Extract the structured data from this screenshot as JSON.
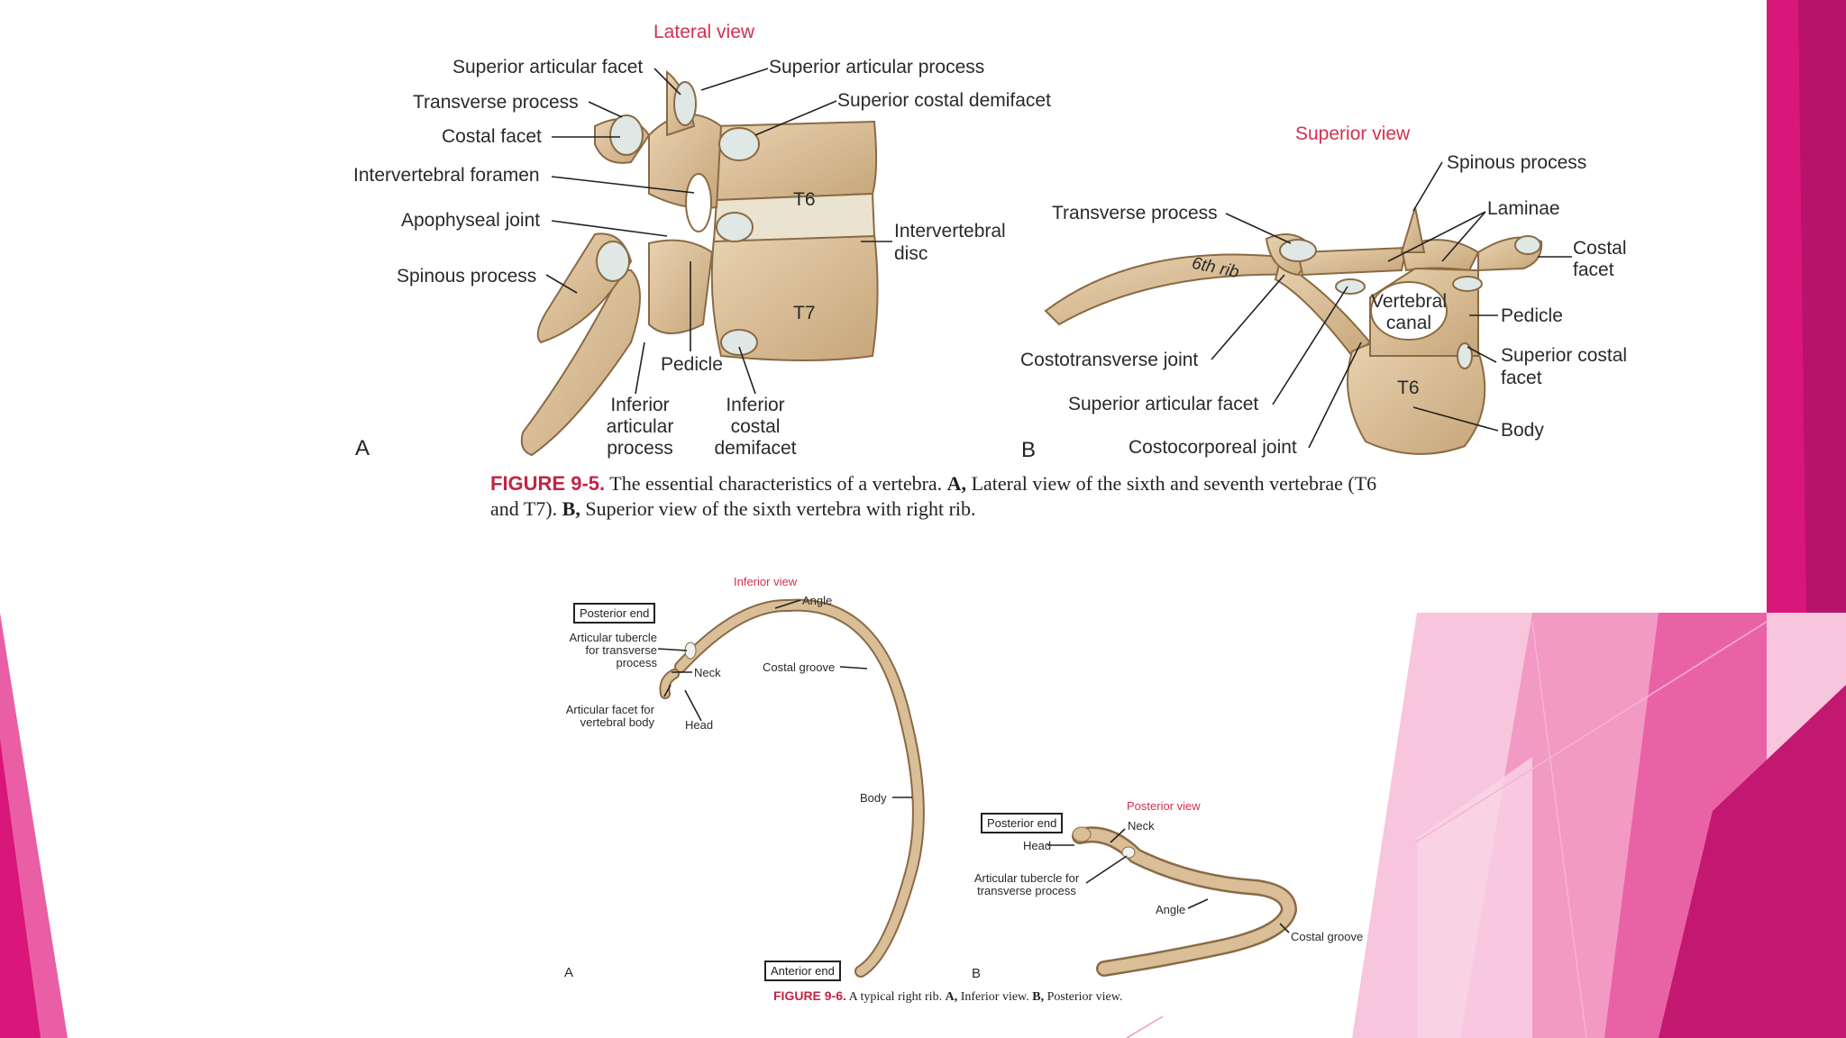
{
  "theme": {
    "accent_pink": "#d9167a",
    "light_pink": "#f3a9cc",
    "view_label_red": "#d3304f",
    "bone": "#d9be98"
  },
  "fig5": {
    "panel_a": {
      "view_title": "Lateral view",
      "letter": "A",
      "labels": {
        "superior_articular_facet": "Superior articular facet",
        "superior_articular_process": "Superior articular process",
        "transverse_process": "Transverse process",
        "superior_costal_demifacet": "Superior costal demifacet",
        "costal_facet": "Costal facet",
        "intervertebral_foramen": "Intervertebral foramen",
        "t6": "T6",
        "apophyseal_joint": "Apophyseal joint",
        "intervertebral_disc_1": "Intervertebral",
        "intervertebral_disc_2": "disc",
        "spinous_process": "Spinous process",
        "t7": "T7",
        "pedicle": "Pedicle",
        "inferior_articular_process_1": "Inferior",
        "inferior_articular_process_2": "articular",
        "inferior_articular_process_3": "process",
        "inferior_costal_demifacet_1": "Inferior",
        "inferior_costal_demifacet_2": "costal",
        "inferior_costal_demifacet_3": "demifacet"
      }
    },
    "panel_b": {
      "view_title": "Superior view",
      "letter": "B",
      "labels": {
        "spinous_process": "Spinous process",
        "transverse_process": "Transverse process",
        "laminae": "Laminae",
        "costal_facet_1": "Costal",
        "costal_facet_2": "facet",
        "sixth_rib": "6th rib",
        "vertebral_canal_1": "Vertebral",
        "vertebral_canal_2": "canal",
        "pedicle": "Pedicle",
        "costotransverse_joint": "Costotransverse joint",
        "superior_costal_facet_1": "Superior costal",
        "superior_costal_facet_2": "facet",
        "t6": "T6",
        "superior_articular_facet": "Superior articular facet",
        "body": "Body",
        "costocorporeal_joint": "Costocorporeal joint"
      }
    },
    "caption": {
      "figure_label": "FIGURE 9-5.",
      "line1_text": "The essential characteristics of a vertebra.",
      "line1_a": "A,",
      "line1_rest": "Lateral view of the sixth and seventh vertebrae (T6",
      "line2_text": "and T7).",
      "line2_b": "B,",
      "line2_rest": "Superior view of the sixth vertebra with right rib."
    }
  },
  "fig6": {
    "panel_a": {
      "view_title": "Inferior view",
      "letter": "A",
      "labels": {
        "posterior_end": "Posterior end",
        "angle": "Angle",
        "articular_tubercle_1": "Articular tubercle",
        "articular_tubercle_2": "for transverse",
        "articular_tubercle_3": "process",
        "costal_groove": "Costal groove",
        "neck": "Neck",
        "articular_facet_1": "Articular facet for",
        "articular_facet_2": "vertebral body",
        "head": "Head",
        "body": "Body",
        "anterior_end": "Anterior end"
      }
    },
    "panel_b": {
      "view_title": "Posterior view",
      "letter": "B",
      "labels": {
        "posterior_end": "Posterior end",
        "neck": "Neck",
        "head": "Head",
        "articular_tubercle_1": "Articular tubercle for",
        "articular_tubercle_2": "transverse process",
        "angle": "Angle",
        "costal_groove": "Costal groove"
      }
    },
    "caption": {
      "figure_label": "FIGURE 9-6.",
      "text1": "A typical right rib.",
      "a": "A,",
      "text2": "Inferior view.",
      "b": "B,",
      "text3": "Posterior view."
    }
  }
}
